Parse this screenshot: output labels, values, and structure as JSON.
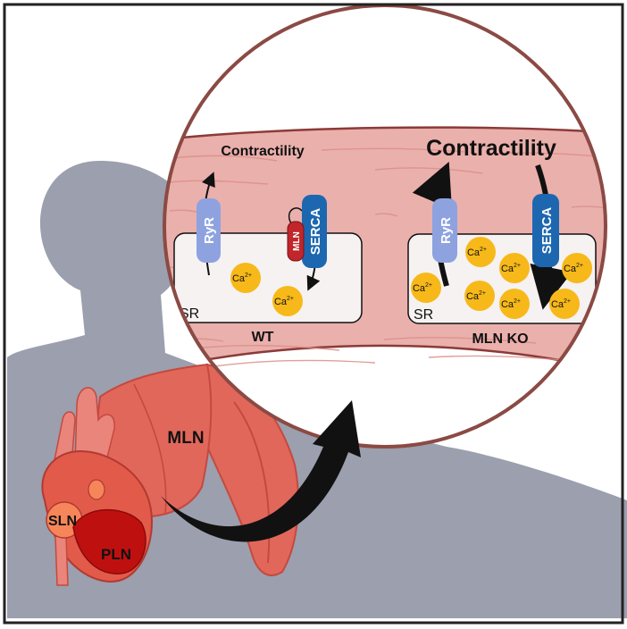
{
  "labels": {
    "contractility_wt": "Contractility",
    "contractility_ko": "Contractility",
    "ryr": "RyR",
    "serca": "SERCA",
    "mln_inhibitor": "MLN",
    "ca": "Ca",
    "ca_charge": "2+",
    "sr": "SR",
    "wt": "WT",
    "mln_ko": "MLN KO",
    "mln_muscle": "MLN",
    "sln": "SLN",
    "pln": "PLN"
  },
  "colors": {
    "background": "#ffffff",
    "frame": "#222222",
    "body_silhouette": "#9b9fae",
    "skeletal_muscle": "#e2675b",
    "skeletal_muscle_dark": "#c5493f",
    "circle_border": "#8b4a44",
    "muscle_fiber_bg": "#eab0ac",
    "sr_box_fill": "#f6f2f2",
    "ryr_blue": "#8ea2e0",
    "serca_blue": "#1d67b0",
    "mln_red": "#c0262b",
    "calcium_yellow": "#f7b91a",
    "heart_red": "#e25a4a",
    "pln_dark_red": "#bf1010",
    "sln_orange": "#f6865a",
    "arrow_black": "#111111"
  }
}
